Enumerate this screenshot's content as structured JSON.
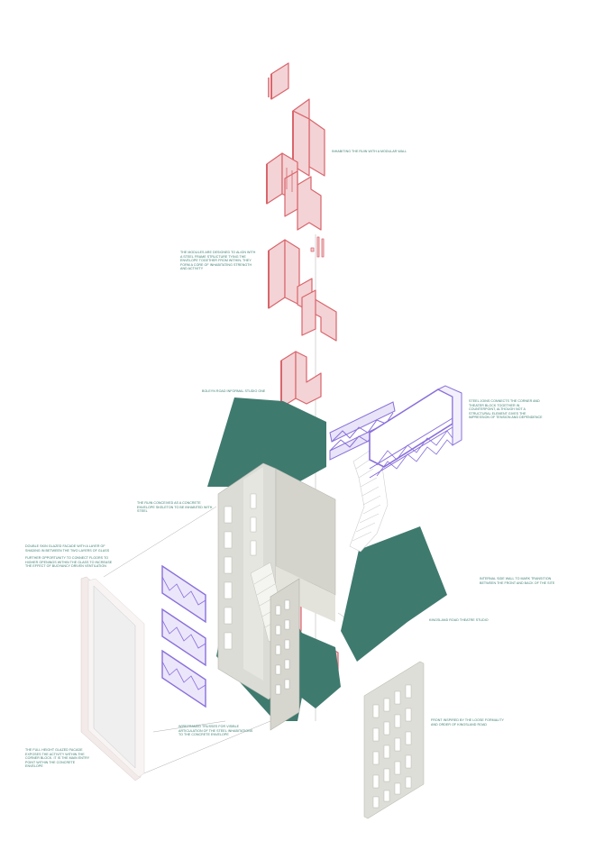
{
  "colors": {
    "background": "#ffffff",
    "annotation_text": "#3b7d70",
    "module_pink": "#f3d3d5",
    "module_red_edge": "#d9656c",
    "green_volume": "#3f7a6f",
    "purple_truss": "#8a70db",
    "concrete": "#dcdcd6",
    "glazing": "#ece9e9",
    "line_grey": "#9a9a9a"
  },
  "annotations": {
    "a1": "INHABITING THE RUIN WITH A MODULAR WALL",
    "a2": "THE MODULES ARE DESIGNED TO ALIGN WITH A STEEL FRAME STRUCTURE TYING THE ENVELOPE TOGETHER FROM WITHIN; THEY FORM A CORE OF INHABITATING STRENGTH AND ACTIVITY",
    "a3": "BOLEYN ROAD INFORMAL STUDIO ONE",
    "a4": "STEEL JOINS CONNECTS THE CORNER AND THEATER BLOCK TOGETHER IN COUNTERPOINT, ALTHOUGH NOT A STRUCTURAL ELEMENT GIVES THE IMPRESSION OF TENSION AND DEPENDENCE",
    "a5": "THE RUIN CONCEIVED AS A CONCRETE ENVELOPE SKELETON TO BE INHABITED WITH STEEL",
    "a6": "DOUBLE SKIN GLAZED FACADE WITH A LAYER OF SHADING IN BETWEEN THE TWO LAYERS OF GLASS",
    "a7": "FURTHER OPPORTUNITY TO CONNECT FLOORS TO HIGHER OPENINGS WITHIN THE GLASS TO INCREASE THE EFFECT OF BUOYANCY DRIVEN VENTILATION",
    "a8": "INTERNAL SIDE WALL TO MARK TRANSITION BETWEEN THE FRONT AND BACK OF THE SITE",
    "a9": "KINGSLAND ROAD THEATRE STUDIO",
    "a10": "WIREFRAMED TRUSSES FOR VISIBLE ARTICULATION OF THE STEEL INHABITATIONS TO THE CONCRETE ENVELOPE",
    "a11": "FRONT INSPIRED BY THE LOOSE FORMALITY AND ORDER OF KINGSLAND ROAD",
    "a12": "THE FULL HEIGHT GLAZED FACADE EXPOSES THE ACTIVITY WITHIN THE CORNER BLOCK. IT IS THE MAIN ENTRY POINT WITHIN THE CONCRETE ENVELOPE"
  }
}
